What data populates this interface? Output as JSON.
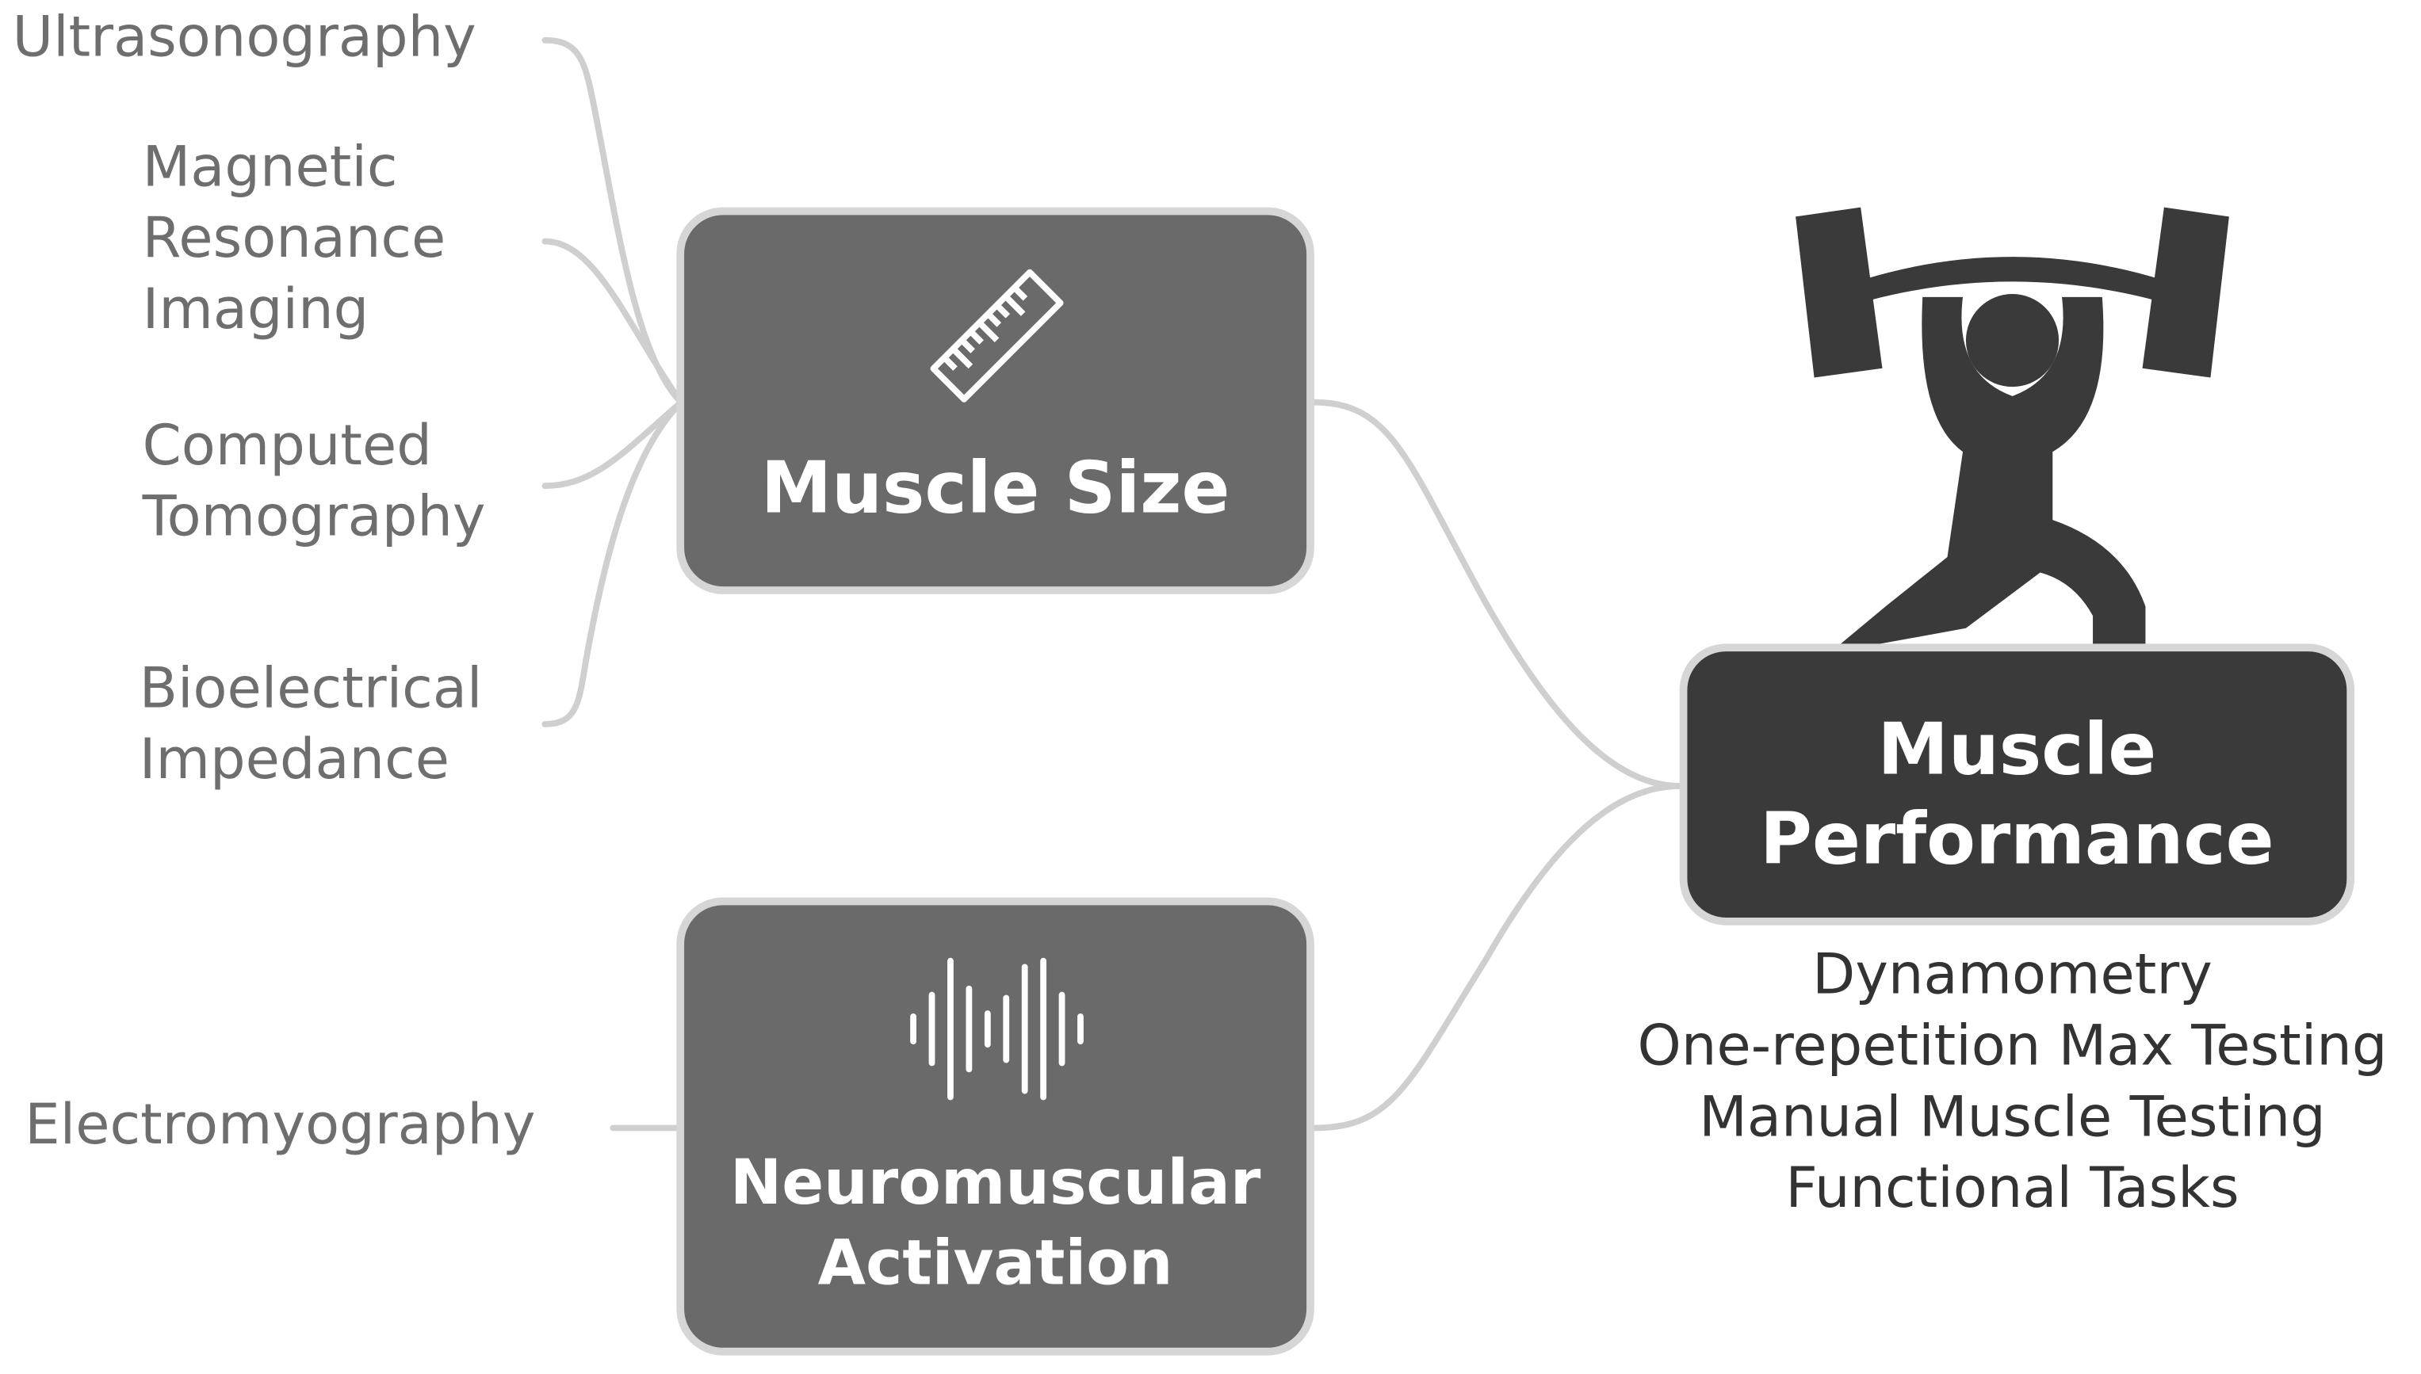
{
  "nodes": {
    "muscle_size": {
      "label": "Muscle Size",
      "icon": "ruler-icon"
    },
    "neuromuscular_activation": {
      "label": "Neuromuscular\nActivation",
      "icon": "sound-wave-icon"
    },
    "muscle_performance": {
      "label": "Muscle\nPerformance",
      "icon": "weightlifter-icon"
    }
  },
  "size_methods": [
    "Ultrasonography",
    "Magnetic\nResonance\nImaging",
    "Computed\nTomography",
    "Bioelectrical\nImpedance"
  ],
  "activation_methods": [
    "Electromyography"
  ],
  "performance_methods": [
    "Dynamometry",
    "One-repetition Max Testing",
    "Manual Muscle Testing",
    "Functional Tasks"
  ],
  "colors": {
    "node_grey": "#6a6a6a",
    "node_dark": "#3a3a3a",
    "node_border": "#d6d6d6",
    "connector": "#cfcfcf",
    "leaf_text": "#6e6e6e"
  }
}
